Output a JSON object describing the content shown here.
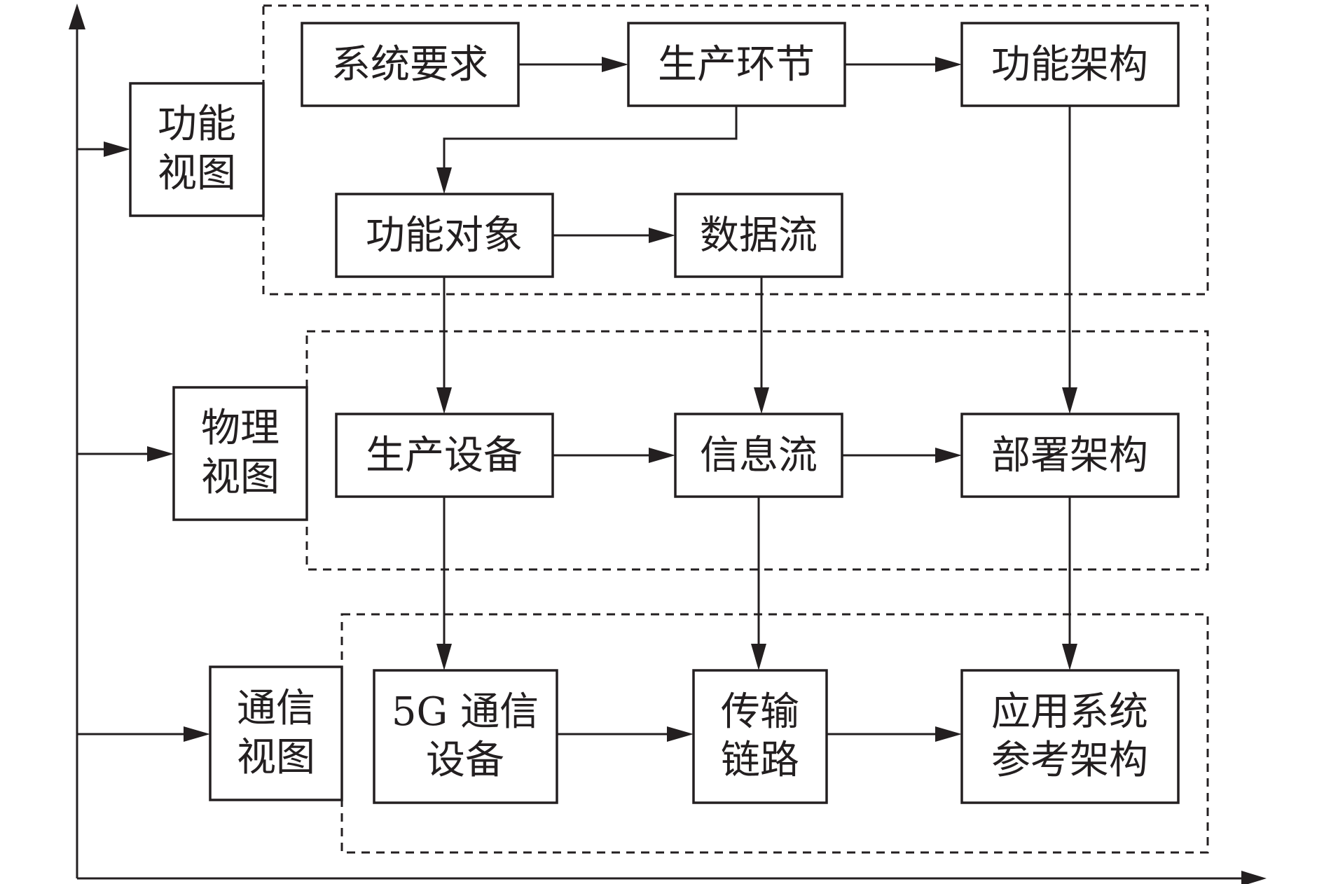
{
  "views": {
    "functional": {
      "line1": "功能",
      "line2": "视图"
    },
    "physical": {
      "line1": "物理",
      "line2": "视图"
    },
    "communication": {
      "line1": "通信",
      "line2": "视图"
    }
  },
  "functional_layer": {
    "system_requirements": "系统要求",
    "production_stage": "生产环节",
    "functional_architecture": "功能架构",
    "functional_object": "功能对象",
    "data_flow": "数据流"
  },
  "physical_layer": {
    "production_equipment": "生产设备",
    "information_flow": "信息流",
    "deployment_architecture": "部署架构"
  },
  "communication_layer": {
    "comm_equipment": {
      "line1": "5G 通信",
      "line2": "设备"
    },
    "transmission_link": {
      "line1": "传输",
      "line2": "链路"
    },
    "reference_architecture": {
      "line1": "应用系统",
      "line2": "参考架构"
    }
  }
}
